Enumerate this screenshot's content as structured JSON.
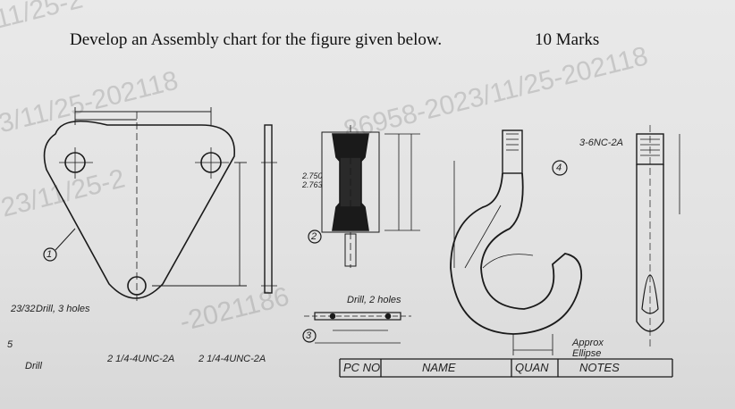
{
  "header": {
    "question": "Develop an Assembly chart for the figure given below.",
    "marks": "10 Marks"
  },
  "watermarks": [
    "11/25-2",
    "3/11/25-202118",
    "86958-2023/11/25-202118",
    "-2021186",
    "23/11/25-2"
  ],
  "drawing": {
    "part_numbers": [
      "1",
      "2",
      "3",
      "4",
      "5"
    ],
    "notes": {
      "drill_3_holes": "Drill, 3 holes",
      "drill_3_holes_frac": "23/32",
      "drill_2_holes": "Drill, 2 holes",
      "thread_left": "2 1/4-4UNC-2A",
      "thread_right": "2 1/4-4UNC-2A",
      "drill_bottom": "Drill",
      "unc_top": "3-6NC-2A",
      "approx_ellipse": "Approx Ellipse",
      "dims_pulley_top": "2.750 2.763"
    }
  },
  "title_block": {
    "columns": [
      "PC NO",
      "NAME",
      "QUAN",
      "NOTES"
    ]
  }
}
